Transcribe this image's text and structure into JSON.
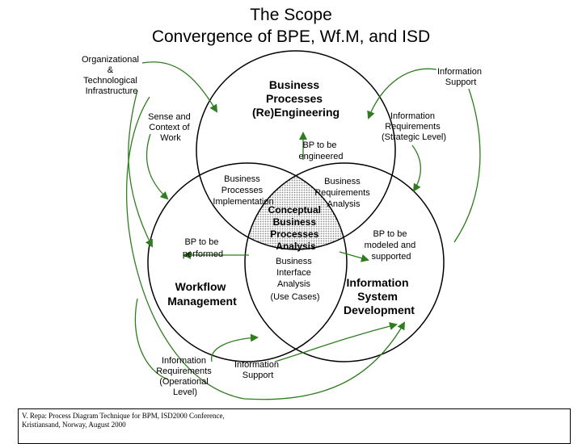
{
  "title": {
    "line1": "The Scope",
    "line2": "Convergence of BPE, Wf.M, and ISD"
  },
  "circles": {
    "bpe": [
      "Business",
      "Processes",
      "(Re)Engineering"
    ],
    "wfm": [
      "Workflow",
      "Management"
    ],
    "isd": [
      "Information",
      "System",
      "Development"
    ]
  },
  "center": [
    "Conceptual",
    "Business",
    "Processes",
    "Analysis"
  ],
  "labels": {
    "org_infra": [
      "Organizational",
      "&",
      "Technological",
      "Infrastructure"
    ],
    "info_support_top": [
      "Information",
      "Support"
    ],
    "sense_context": [
      "Sense and",
      "Context of",
      "Work"
    ],
    "info_req_strategic": [
      "Information",
      "Requirements",
      "(Strategic Level)"
    ],
    "bp_engineered": [
      "BP to be",
      "engineered"
    ],
    "bp_implementation": [
      "Business",
      "Processes",
      "Implementation"
    ],
    "bp_req_analysis": [
      "Business",
      "Requirements",
      "Analysis"
    ],
    "bp_performed": [
      "BP to be",
      "performed"
    ],
    "bp_modeled": [
      "BP to be",
      "modeled and",
      "supported"
    ],
    "interface_analysis": [
      "Business",
      "Interface",
      "Analysis",
      "(Use Cases)"
    ],
    "info_req_operational": [
      "Information",
      "Requirements",
      "(Operational",
      "Level)"
    ],
    "info_support_bottom": [
      "Information",
      "Support"
    ]
  },
  "footer": {
    "line1": "V. Repa: Process Diagram Technique for BPM, ISD2000 Conference,",
    "line2": "Kristiansand, Norway, August 2000"
  },
  "colors": {
    "arrow": "#2e7d1f",
    "outline": "#000000",
    "shade": "#c8c8c8"
  }
}
